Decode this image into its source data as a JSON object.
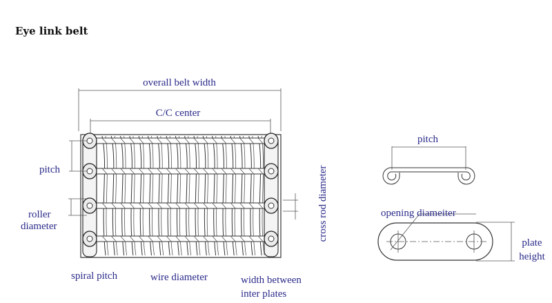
{
  "title": "Eye link belt",
  "colors": {
    "label": "#2a2a8a",
    "line": "#333333",
    "background": "#ffffff"
  },
  "labels": {
    "overall_belt_width": "overall belt width",
    "cc_center": "C/C center",
    "pitch_left": "pitch",
    "roller_line1": "roller",
    "roller_line2": "diameter",
    "spiral_pitch": "spiral pitch",
    "wire_diameter": "wire diameter",
    "width_line1": "width between",
    "width_line2": "inter plates",
    "cross_rod_diameter": "cross rod diameter",
    "pitch_right": "pitch",
    "opening_diameter": "opening diameiter",
    "plate_line1": "plate",
    "plate_line2": "height"
  }
}
